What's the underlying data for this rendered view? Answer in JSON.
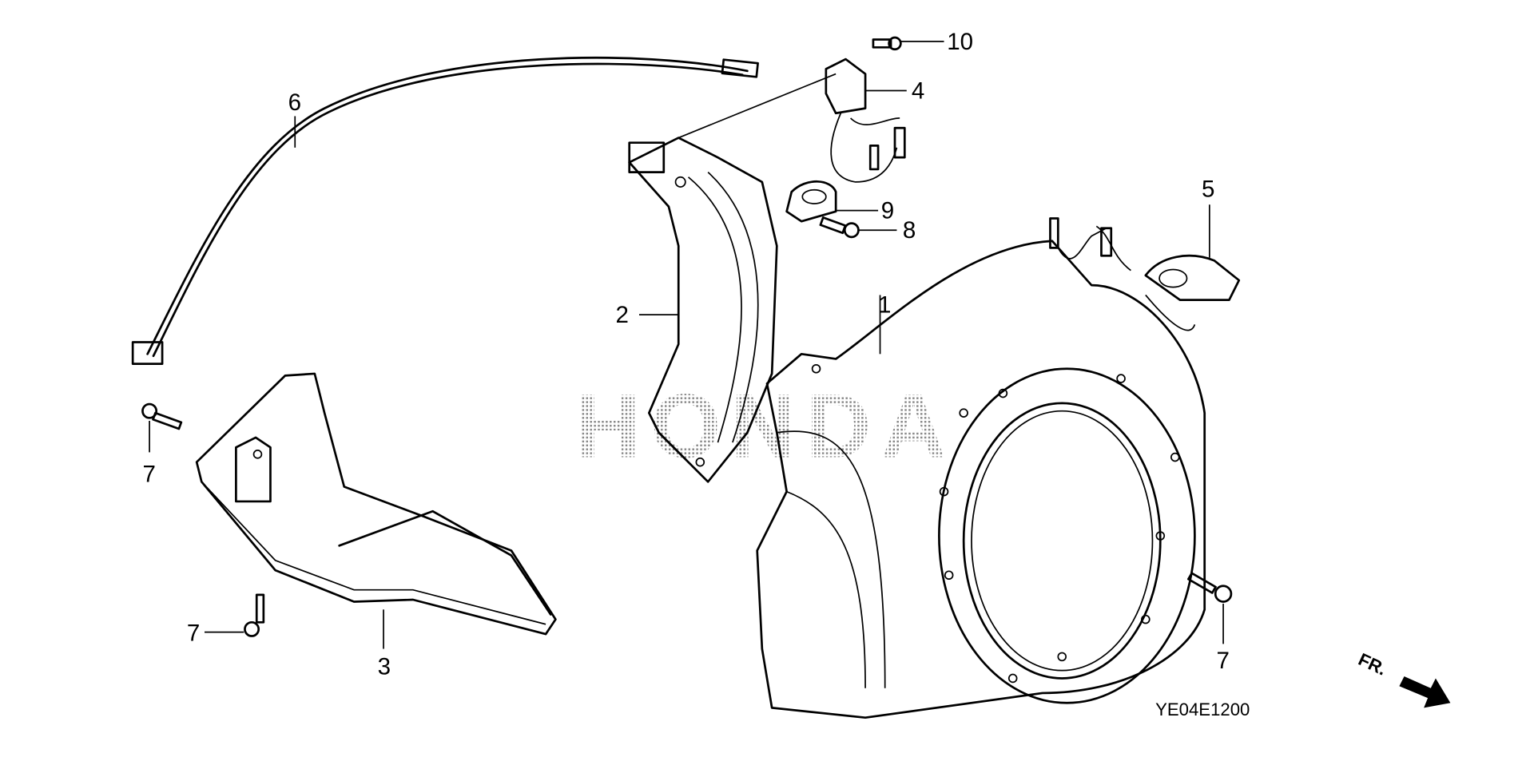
{
  "diagram": {
    "watermark": "HONDA",
    "diagram_code": "YE04E1200",
    "direction_label": "FR.",
    "callouts": {
      "c1": "1",
      "c2": "2",
      "c3": "3",
      "c4": "4",
      "c5": "5",
      "c6": "6",
      "c7a": "7",
      "c7b": "7",
      "c7c": "7",
      "c8": "8",
      "c9": "9",
      "c10": "10"
    }
  }
}
